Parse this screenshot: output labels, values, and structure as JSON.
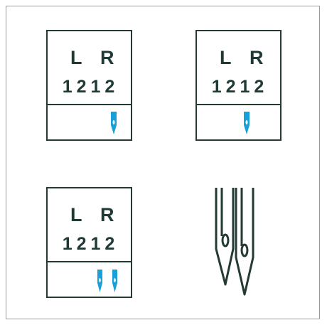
{
  "cards": [
    {
      "left": "L",
      "right": "R",
      "digits": "1212"
    },
    {
      "left": "L",
      "right": "R",
      "digits": "1212"
    },
    {
      "left": "L",
      "right": "R",
      "digits": "1212"
    }
  ],
  "colors": {
    "ink": "#233a35",
    "needle": "#1aa0d8"
  },
  "icons": [
    "single-needle-icon",
    "single-needle-icon",
    "twin-needle-icon",
    "twin-needle-closeup-icon"
  ]
}
